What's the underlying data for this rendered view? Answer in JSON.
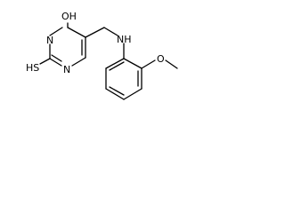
{
  "molecule": {
    "atoms": {
      "oh": "OH",
      "n_upper": "N",
      "n_lower": "N",
      "sh": "HS",
      "nh": "NH",
      "o_methoxy": "O"
    }
  },
  "colors": {
    "bond": "#000000",
    "label": "#000000",
    "background": "#ffffff"
  }
}
